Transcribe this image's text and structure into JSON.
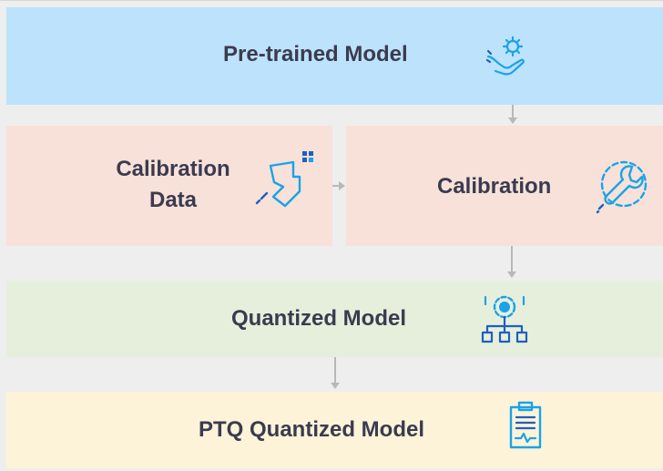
{
  "boxes": {
    "pretrained": {
      "label": "Pre-trained Model",
      "icon": "hand-gear-icon"
    },
    "calibration_data": {
      "label_line1": "Calibration",
      "label_line2": "Data",
      "icon": "data-arrow-icon"
    },
    "calibration": {
      "label": "Calibration",
      "icon": "wrench-gear-icon"
    },
    "quantized": {
      "label": "Quantized Model",
      "icon": "network-hierarchy-icon"
    },
    "ptq": {
      "label": "PTQ Quantized Model",
      "icon": "clipboard-report-icon"
    }
  },
  "colors": {
    "pretrained_bg": "#bde2fb",
    "calibration_bg": "#f7e1d9",
    "quantized_bg": "#e6efdc",
    "ptq_bg": "#fcf3d8",
    "icon_blue": "#1aa3e8",
    "text": "#3b3b4f",
    "arrow": "#b8b8b8"
  }
}
